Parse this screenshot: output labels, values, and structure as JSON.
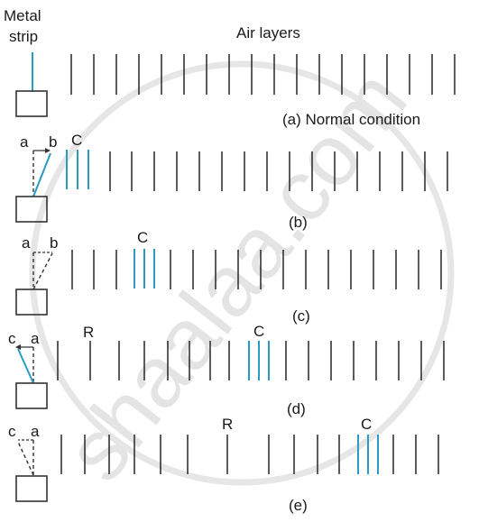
{
  "labels": {
    "metal_strip_line1": "Metal",
    "metal_strip_line2": "strip",
    "air_layers": "Air layers",
    "normal_condition": "(a) Normal condition",
    "b": "(b)",
    "c": "(c)",
    "d": "(d)",
    "e": "(e)"
  },
  "point_labels": {
    "a": "a",
    "b": "b",
    "c": "c",
    "C": "C",
    "R": "R"
  },
  "watermark": "shaalaa.com",
  "colors": {
    "strip": "#2a9bc4",
    "layer": "#333333",
    "compression": "#2a9bc4",
    "text": "#1a1a1a",
    "watermark": "#e4e4e4"
  }
}
